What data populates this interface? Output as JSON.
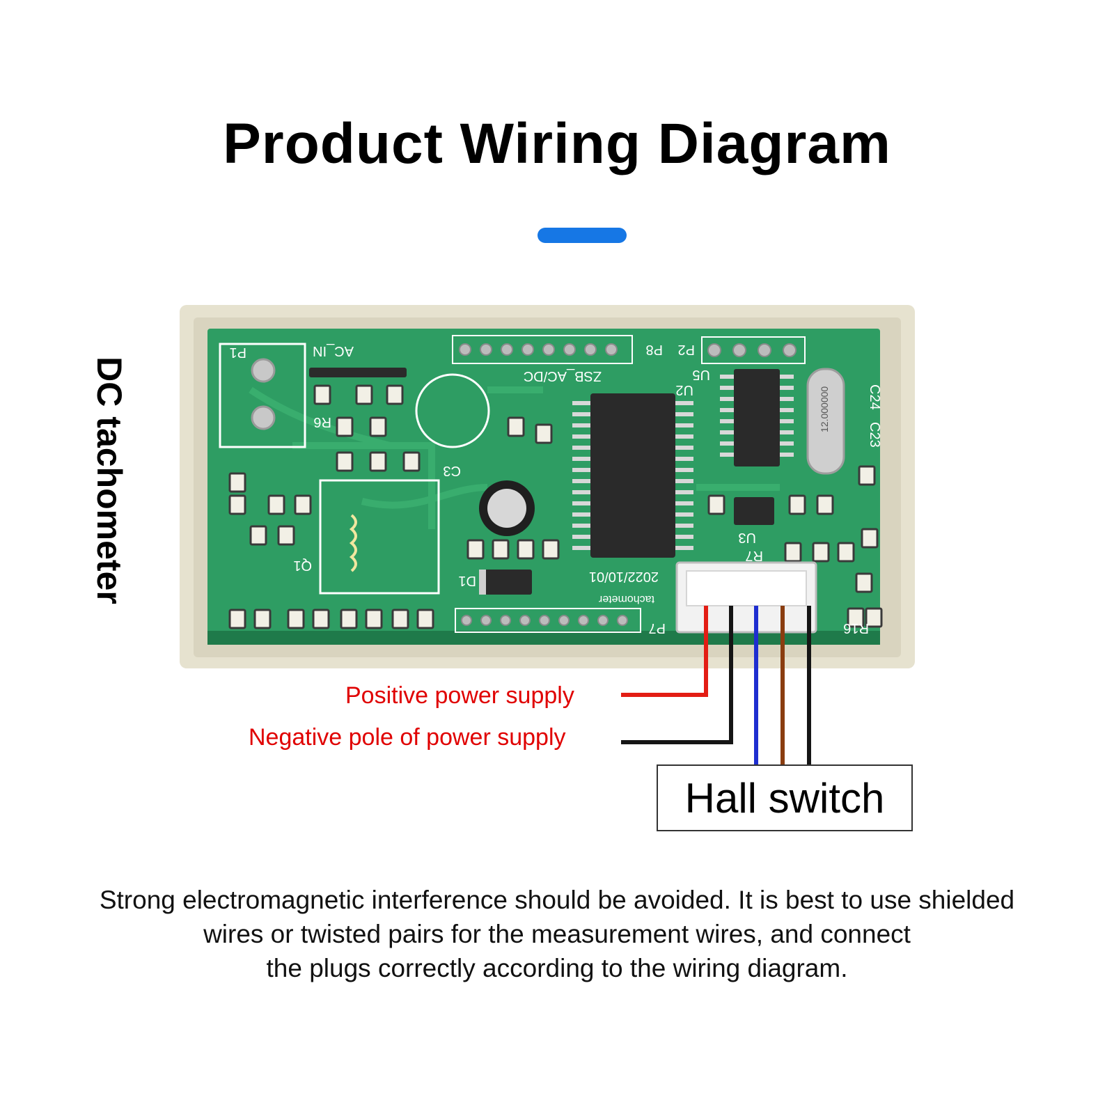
{
  "title": "Product Wiring Diagram",
  "side_label": "DC tachometer",
  "colors": {
    "accent": "#1677e5",
    "label_red": "#e00000",
    "pcb_green": "#2e9d63",
    "housing": "#e6e2cf",
    "wire_red": "#e31d14",
    "wire_black": "#151515",
    "wire_blue": "#1e2ed0",
    "wire_brown": "#8a3d10"
  },
  "pcb": {
    "silk": {
      "p1": "P1",
      "ac_in": "AC_IN",
      "p2": "P2",
      "p8": "P8",
      "p7": "P7",
      "c3": "C3",
      "u5": "U5",
      "u2": "U2",
      "zsb": "ZSB_AC/DC",
      "date": "2022/10/01",
      "tacho": "tachometer",
      "d1": "D1",
      "q1": "Q1",
      "r6": "R6",
      "u3": "U3",
      "r7": "R7",
      "c23": "C23",
      "c24": "C24",
      "r16": "R16",
      "crystal": "12.000000"
    }
  },
  "wires": {
    "positive_label": "Positive power supply",
    "negative_label": "Negative pole of power supply",
    "hall_label": "Hall switch"
  },
  "note_lines": [
    "Strong electromagnetic interference should be avoided. It is best to use shielded",
    "wires or twisted pairs for the measurement wires, and connect",
    "the plugs correctly according to the wiring diagram."
  ]
}
